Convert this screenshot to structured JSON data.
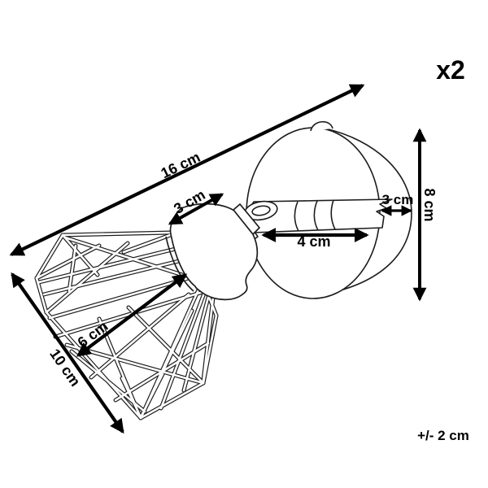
{
  "annotations": {
    "quantity": "x2",
    "tolerance": "+/- 2 cm"
  },
  "dimensions": {
    "overall_diagonal": "16 cm",
    "socket_length": "3 cm",
    "shade_opening": "6 cm",
    "shade_length": "10 cm",
    "arm_length": "4 cm",
    "base_depth": "3 cm",
    "base_height": "8 cm"
  },
  "colors": {
    "dimension_ink": "#000000",
    "line_art": "#1d1d1d",
    "background": "#ffffff"
  }
}
